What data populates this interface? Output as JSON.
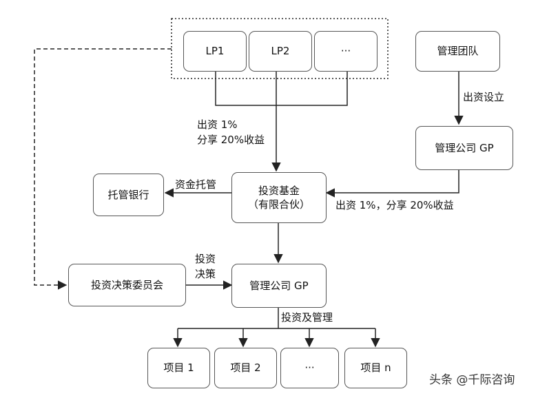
{
  "lp_boxes": [
    "LP1",
    "LP2",
    "···"
  ],
  "mgmt_team": "管理团队",
  "mgmt_team_edge": "出资设立",
  "gp_top": "管理公司 GP",
  "fund": {
    "line1": "投资基金",
    "line2": "（有限合伙）"
  },
  "custodian": "托管银行",
  "custody_edge": "资金托管",
  "lp_edge": {
    "line1": "出资 1%",
    "line2": "分享 20%收益"
  },
  "gp_edge": "出资 1%，分享 20%收益",
  "committee": "投资决策委员会",
  "decision_edge": {
    "line1": "投资",
    "line2": "决策"
  },
  "gp_mid": "管理公司 GP",
  "invest_edge": "投资及管理",
  "projects": [
    "项目 1",
    "项目 2",
    "···",
    "项目 n"
  ],
  "watermark": "头条 @千际咨询"
}
